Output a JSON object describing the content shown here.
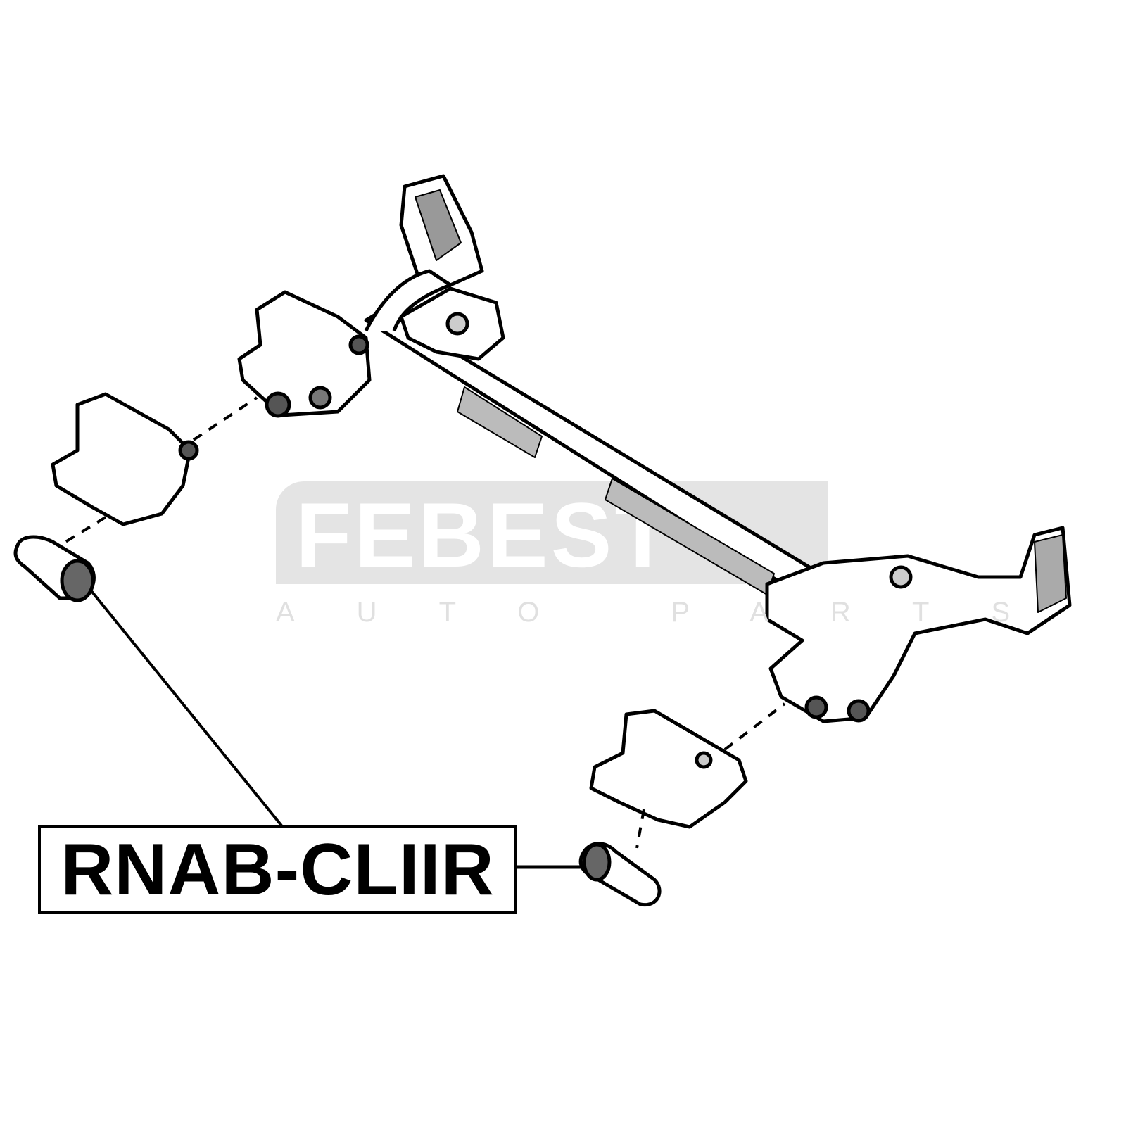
{
  "watermark": {
    "brand": "FEBEST",
    "subtitle": "AUTO PARTS"
  },
  "part_label": "RNAB-CLIIR",
  "colors": {
    "line": "#000000",
    "watermark": "#e4e4e4",
    "background": "#ffffff"
  }
}
